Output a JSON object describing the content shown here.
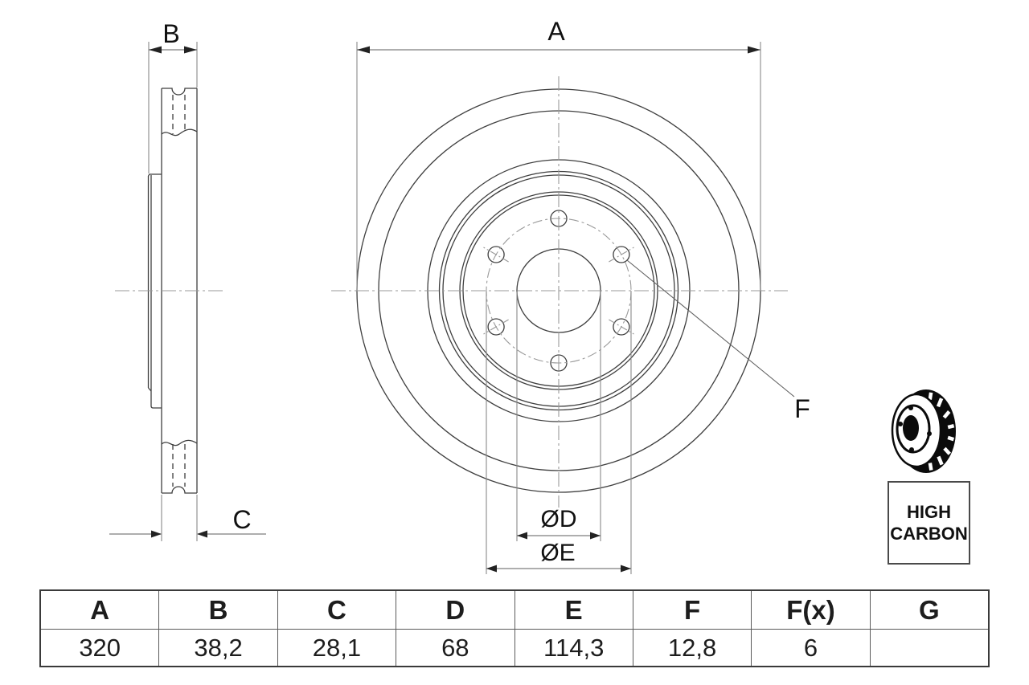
{
  "drawing": {
    "labels": {
      "a": "A",
      "b": "B",
      "c": "C",
      "f": "F",
      "d_dia": "ØD",
      "e_dia": "ØE"
    }
  },
  "badge": {
    "line1": "HIGH",
    "line2": "CARBON"
  },
  "spec_table": {
    "headers": [
      "A",
      "B",
      "C",
      "D",
      "E",
      "F",
      "F(x)",
      "G"
    ],
    "values": [
      "320",
      "38,2",
      "28,1",
      "68",
      "114,3",
      "12,8",
      "6",
      ""
    ]
  },
  "icons": {
    "brake_disc": "brake-disc-pictogram"
  },
  "colors": {
    "line": "#3f3f3f",
    "dimension": "#7d7d7d",
    "centerline": "#999999",
    "arrow": "#222222",
    "text": "#111111",
    "table_border": "#5a5a5a",
    "background": "#ffffff"
  }
}
